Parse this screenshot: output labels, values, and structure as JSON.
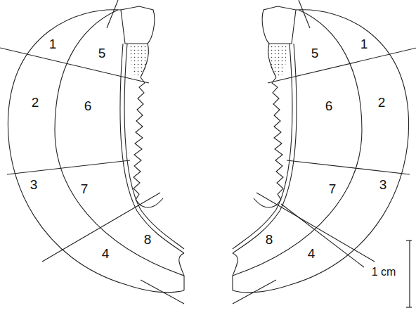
{
  "diagram": {
    "labels": [
      "1",
      "5",
      "2",
      "6",
      "3",
      "7",
      "8",
      "4",
      "5",
      "1",
      "6",
      "2",
      "7",
      "3",
      "8",
      "4",
      "1 cm"
    ]
  }
}
